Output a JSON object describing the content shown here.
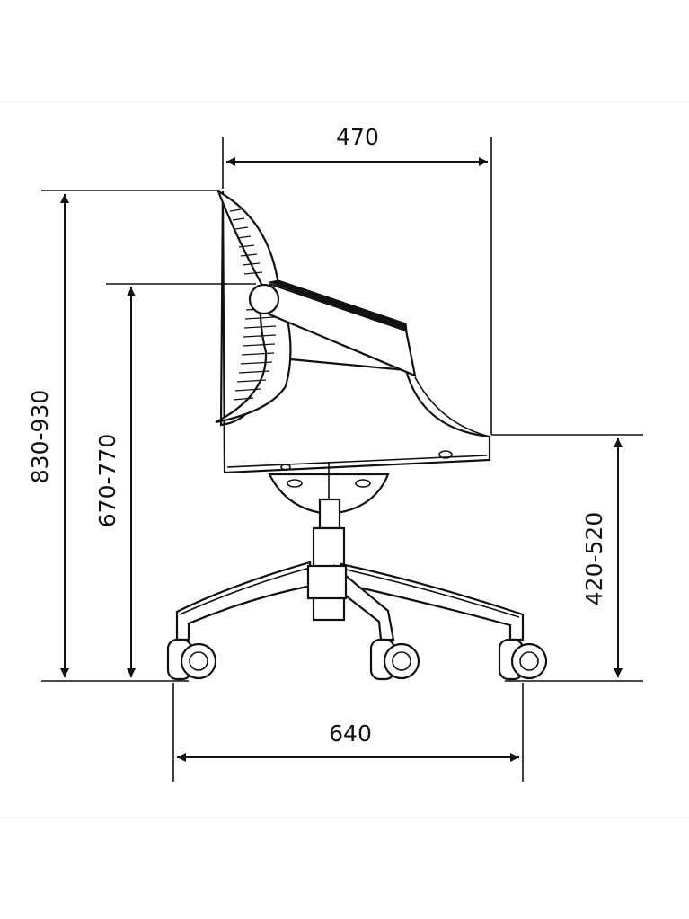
{
  "dimensions": {
    "top_width": "470",
    "overall_height": "830-930",
    "armrest_height": "670-770",
    "seat_height": "420-520",
    "base_width": "640"
  }
}
